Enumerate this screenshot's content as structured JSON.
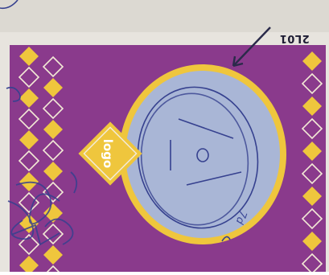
{
  "sketch": {
    "logo_label": "logo",
    "code_note": "2L01",
    "number_note": "7d"
  },
  "colors": {
    "background": "#e7e4de",
    "panel": "#8a3a8c",
    "accent": "#efc63d",
    "outline": "#f3ead6",
    "disc": "#a9b6d6",
    "pen": "#36418f",
    "ink": "#1d1c33"
  }
}
